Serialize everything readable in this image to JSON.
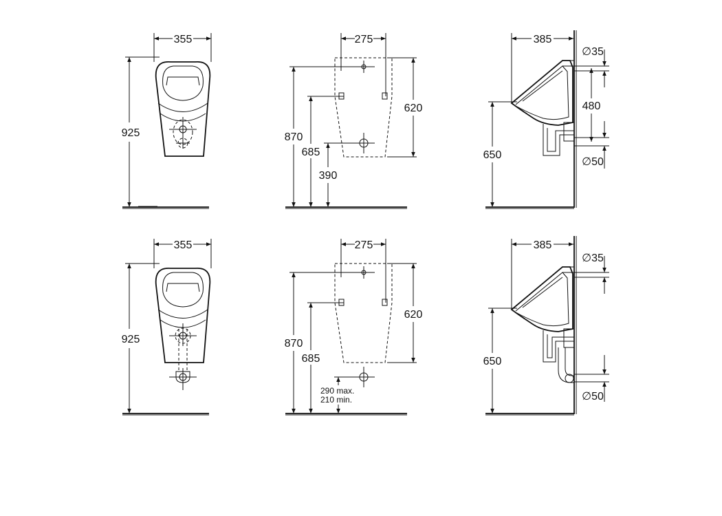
{
  "dimensions": {
    "row1": {
      "front": {
        "width": "355",
        "height": "925"
      },
      "rear": {
        "width": "275",
        "height_total": "870",
        "height_mid": "685",
        "height_low": "390",
        "body_height": "620"
      },
      "side": {
        "depth": "385",
        "inlet": "∅35",
        "spacing": "480",
        "height": "650",
        "outlet": "∅50"
      }
    },
    "row2": {
      "front": {
        "width": "355",
        "height": "925"
      },
      "rear": {
        "width": "275",
        "height_total": "870",
        "height_mid": "685",
        "body_height": "620",
        "outlet_max": "290 max.",
        "outlet_min": "210 min."
      },
      "side": {
        "depth": "385",
        "inlet": "∅35",
        "height": "650",
        "outlet": "∅50"
      }
    }
  }
}
